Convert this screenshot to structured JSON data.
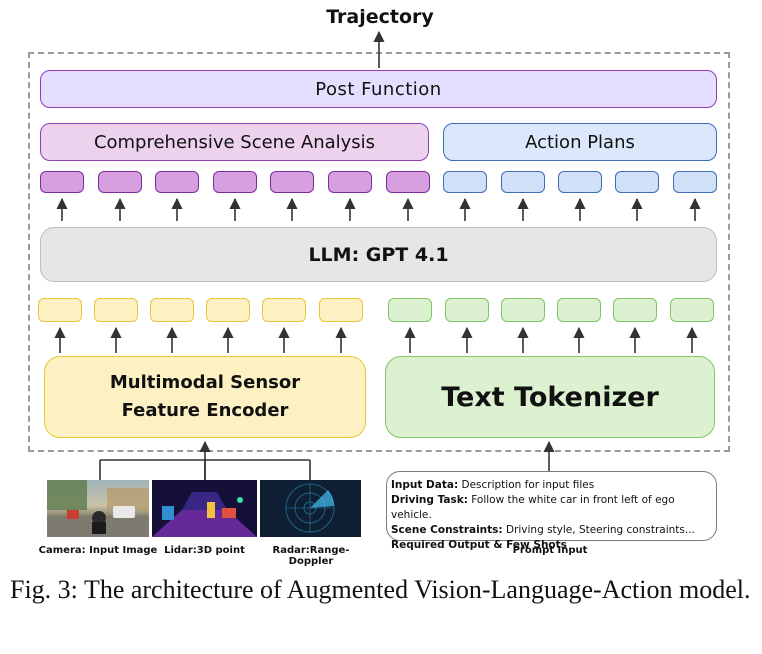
{
  "diagram": {
    "output_label": "Trajectory",
    "post_function": "Post  Function",
    "scene_analysis": "Comprehensive Scene Analysis",
    "action_plans": "Action Plans",
    "llm": "LLM: GPT 4.1",
    "encoder": "Multimodal Sensor Feature Encoder",
    "tokenizer": "Text Tokenizer",
    "sensors": [
      {
        "label": "Camera: Input Image"
      },
      {
        "label": "Lidar:3D point"
      },
      {
        "label": "Radar:Range-Doppler"
      }
    ],
    "prompt": {
      "lines": [
        {
          "key": "Input Data:",
          "text": " Description for input files"
        },
        {
          "key": "Driving Task:",
          "text": " Follow the white car in front left of ego vehicle."
        },
        {
          "key": "Scene Constraints:",
          "text": " Driving style, Steering constraints..."
        },
        {
          "key": "Required Output & Few Shots",
          "text": ""
        }
      ],
      "caption": "Prompt Input"
    },
    "colors": {
      "purple": "#d79fe0",
      "blue": "#cfe0f7",
      "yellow": "#fdf0c2",
      "green": "#dcf1cf",
      "llm_gray": "#e6e6e6"
    }
  },
  "figure_caption": "Fig. 3: The architecture of Augmented Vision-Language-Action model."
}
